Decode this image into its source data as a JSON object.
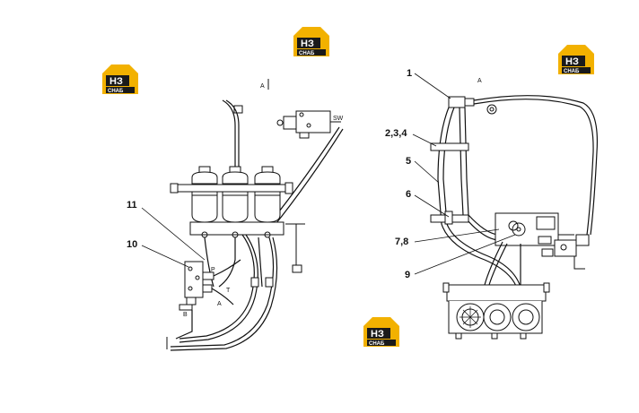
{
  "logo": {
    "top": "НЗ",
    "bottom": "СНАБ",
    "color_primary": "#f2b100",
    "color_dark": "#1a1a1a"
  },
  "labels": {
    "view_a_left": "A",
    "view_a_right": "A",
    "sw": "SW",
    "port_p": "P",
    "port_t": "T",
    "port_a": "A",
    "port_b": "B"
  },
  "callouts": [
    {
      "id": "1",
      "text": "1"
    },
    {
      "id": "2",
      "text": "2,3,4"
    },
    {
      "id": "5",
      "text": "5"
    },
    {
      "id": "6",
      "text": "6"
    },
    {
      "id": "7",
      "text": "7,8"
    },
    {
      "id": "9",
      "text": "9"
    },
    {
      "id": "10",
      "text": "10"
    },
    {
      "id": "11",
      "text": "11"
    }
  ]
}
